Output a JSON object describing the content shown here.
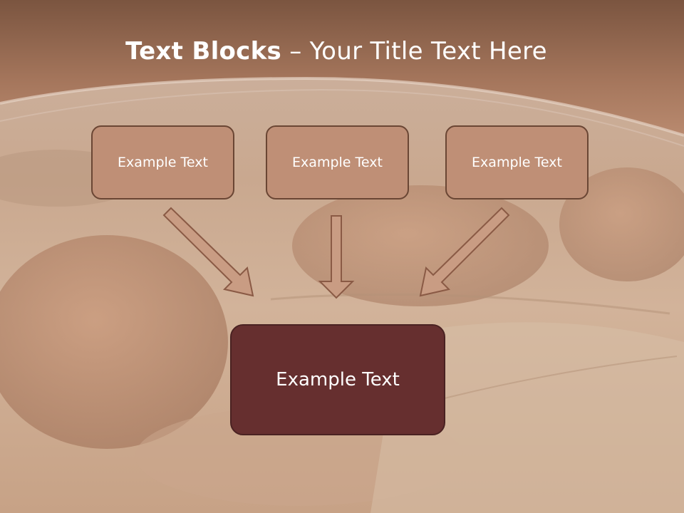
{
  "title": {
    "bold": "Text Blocks",
    "separator": " – ",
    "rest": "Your Title Text Here"
  },
  "boxes": {
    "left": "Example Text",
    "center": "Example Text",
    "right": "Example Text",
    "bottom": "Example Text"
  },
  "colors": {
    "header_band": "#9a6a52",
    "small_box_fill": "#bf8f76",
    "bottom_box_fill": "#662f2f",
    "arrow_fill": "#c99c83",
    "border": "#6a4634"
  }
}
